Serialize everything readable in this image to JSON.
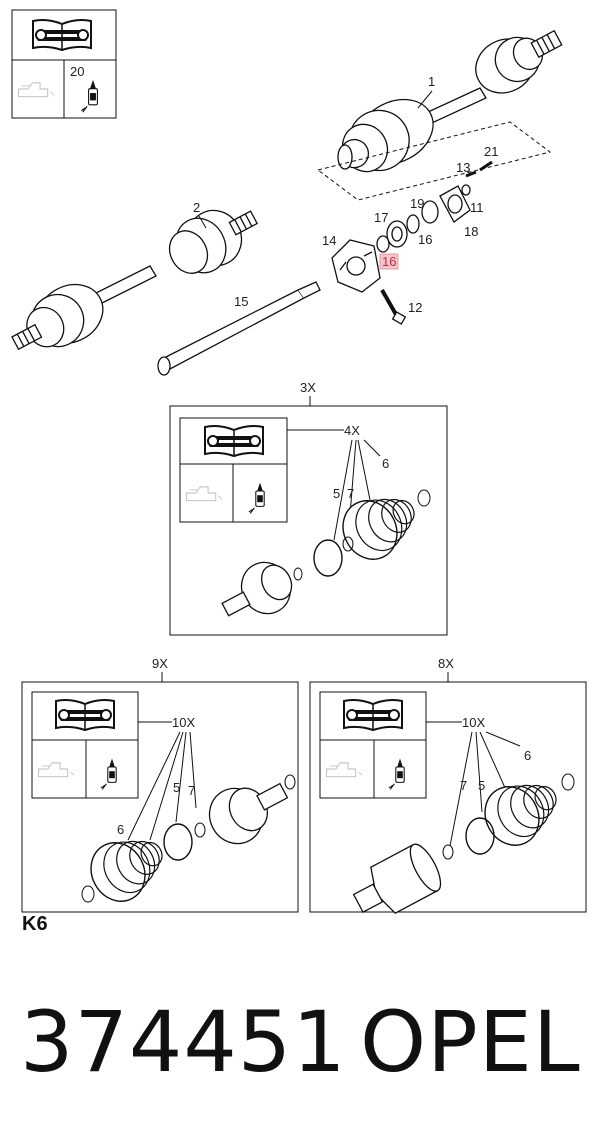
{
  "callouts": {
    "c1": "1",
    "c2": "2",
    "c11": "11",
    "c12": "12",
    "c13": "13",
    "c14": "14",
    "c15": "15",
    "c16": "16",
    "c16h": "16",
    "c17": "17",
    "c18": "18",
    "c19": "19",
    "c20": "20",
    "c21": "21"
  },
  "box_3x": {
    "title": "3X",
    "kit": "4X",
    "n5": "5",
    "n7": "7",
    "n6": "6"
  },
  "box_9x": {
    "title": "9X",
    "kit": "10X",
    "n5": "5",
    "n7": "7",
    "n6": "6"
  },
  "box_8x": {
    "title": "8X",
    "kit": "10X",
    "n7": "7",
    "n5": "5",
    "n6": "6"
  },
  "section_code": "K6",
  "part_number": "374451",
  "brand": "OPEL",
  "highlight_color": "#f4c6cc"
}
